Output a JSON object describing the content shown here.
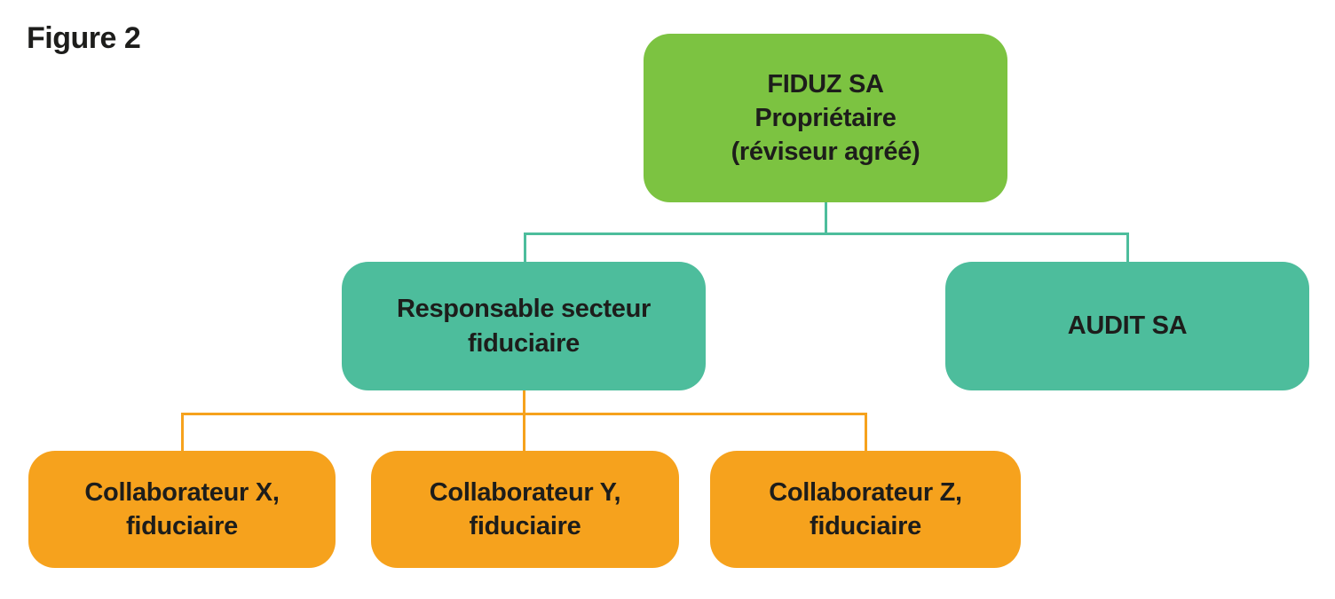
{
  "figure_label": "Figure 2",
  "colors": {
    "green": "#7cc341",
    "teal": "#4dbd9c",
    "orange": "#f6a21d",
    "text": "#1d1d1b",
    "background": "#ffffff"
  },
  "chart_data": {
    "type": "org-chart",
    "title": "Figure 2",
    "hierarchy": {
      "label": "FIDUZ SA Propriétaire (réviseur agréé)",
      "color": "#7cc341",
      "children": [
        {
          "label": "Responsable secteur fiduciaire",
          "color": "#4dbd9c",
          "children": [
            {
              "label": "Collaborateur X, fiduciaire",
              "color": "#f6a21d"
            },
            {
              "label": "Collaborateur Y, fiduciaire",
              "color": "#f6a21d"
            },
            {
              "label": "Collaborateur Z, fiduciaire",
              "color": "#f6a21d"
            }
          ]
        },
        {
          "label": "AUDIT SA",
          "color": "#4dbd9c",
          "children": []
        }
      ]
    }
  },
  "nodes": {
    "fiduz": {
      "lines": [
        "FIDUZ SA",
        "Propriétaire",
        "(réviseur agréé)"
      ]
    },
    "responsable": {
      "lines": [
        "Responsable secteur",
        "fiduciaire"
      ]
    },
    "audit": {
      "lines": [
        "AUDIT SA"
      ]
    },
    "collab_x": {
      "lines": [
        "Collaborateur X,",
        "fiduciaire"
      ]
    },
    "collab_y": {
      "lines": [
        "Collaborateur Y,",
        "fiduciaire"
      ]
    },
    "collab_z": {
      "lines": [
        "Collaborateur Z,",
        "fiduciaire"
      ]
    }
  }
}
